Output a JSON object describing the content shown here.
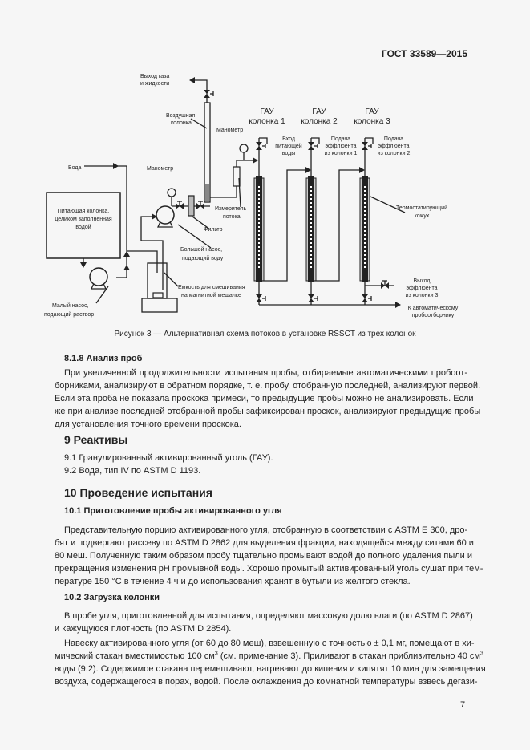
{
  "header": {
    "doc_id": "ГОСТ 33589—2015"
  },
  "figure": {
    "caption": "Рисунок 3 — Альтернативная схема потоков в установке RSSCT из трех колонок",
    "labels": {
      "gas_outlet": [
        "Выход газа",
        "и жидкости"
      ],
      "air_column": [
        "Воздушная",
        "колонка"
      ],
      "manometer_right": "Манометр",
      "manometer_left": "Манометр",
      "water": "Вода",
      "feed_column": [
        "Питающая колонка,",
        "целиком заполненная",
        "водой"
      ],
      "flow_meter": [
        "Измеритель",
        "потока"
      ],
      "filter": "Фильтр",
      "large_pump": [
        "Большой насос,",
        "подающий воду"
      ],
      "mixing_vessel": [
        "Емкость для смешивания",
        "на магнитной мешалке"
      ],
      "small_pump": [
        "Малый насос,",
        "подающий раствор"
      ],
      "columns": [
        [
          "ГАУ",
          "колонка 1"
        ],
        [
          "ГАУ",
          "колонка 2"
        ],
        [
          "ГАУ",
          "колонка 3"
        ]
      ],
      "inlet_feed_water": [
        "Вход",
        "питающей",
        "воды"
      ],
      "feed_from_col1": [
        "Подача",
        "эффлюента",
        "из колонки 1"
      ],
      "feed_from_col2": [
        "Подача",
        "эффлюента",
        "из колонки 2"
      ],
      "thermostat_jacket": [
        "Термостатирующий",
        "кожух"
      ],
      "outlet_col3": [
        "Выход",
        "эффлюента",
        "из колонки 3"
      ],
      "to_sampler": [
        "К автоматическому",
        "пробоотборнику"
      ]
    }
  },
  "s818": {
    "heading": "8.1.8  Анализ проб",
    "lines": [
      "При увеличенной продолжительности испытания пробы, отбираемые автоматическими пробоот-",
      "борниками, анализируют в обратном порядке, т. е. пробу, отобранную последней, анализируют первой.",
      "Если эта проба не показала проскока примеси, то предыдущие пробы можно не анализировать. Если",
      "же при анализе последней отобранной пробы зафиксирован проскок, анализируют предыдущие пробы",
      "для установления точного времени проскока."
    ]
  },
  "s9": {
    "heading": "9  Реактивы",
    "items": [
      "9.1  Гранулированный активированный уголь (ГАУ).",
      "9.2  Вода, тип IV по ASTM D 1193."
    ]
  },
  "s10": {
    "heading": "10  Проведение испытания",
    "s101": {
      "heading": "10.1  Приготовление пробы активированного угля",
      "lines": [
        "Представительную порцию активированного угля, отобранную в соответствии с ASTM E 300, дро-",
        "бят и подвергают рассеву по ASTM D 2862 для выделения фракции, находящейся между ситами 60 и",
        "80 меш. Полученную таким образом пробу тщательно промывают водой до полного удаления пыли и",
        "прекращения изменения pH промывной воды. Хорошо промытый активированный уголь сушат при тем-",
        "пературе 150 °С в течение 4 ч и до использования хранят в бутыли из желтого стекла."
      ]
    },
    "s102": {
      "heading": "10.2  Загрузка колонки",
      "p1": [
        "В пробе угля, приготовленной для испытания, определяют массовую долю влаги (по ASTM D 2867)",
        "и кажущуюся плотность (по ASTM D 2854)."
      ],
      "p2": {
        "l1": "Навеску активированного угля (от 60 до 80 меш), взвешенную с точностью ± 0,1 мг, помещают в хи-",
        "l2a": "мический стакан вместимостью 100 см",
        "l2b": " (см. примечание 3). Приливают в стакан приблизительно 40 см",
        "sup": "3",
        "l3": "воды (9.2). Содержимое стакана перемешивают, нагревают до кипения и кипятят 10 мин для замещения",
        "l4": "воздуха, содержащегося в порах, водой. После охлаждения до комнатной температуры взвесь дегази-"
      }
    }
  },
  "page_number": "7"
}
